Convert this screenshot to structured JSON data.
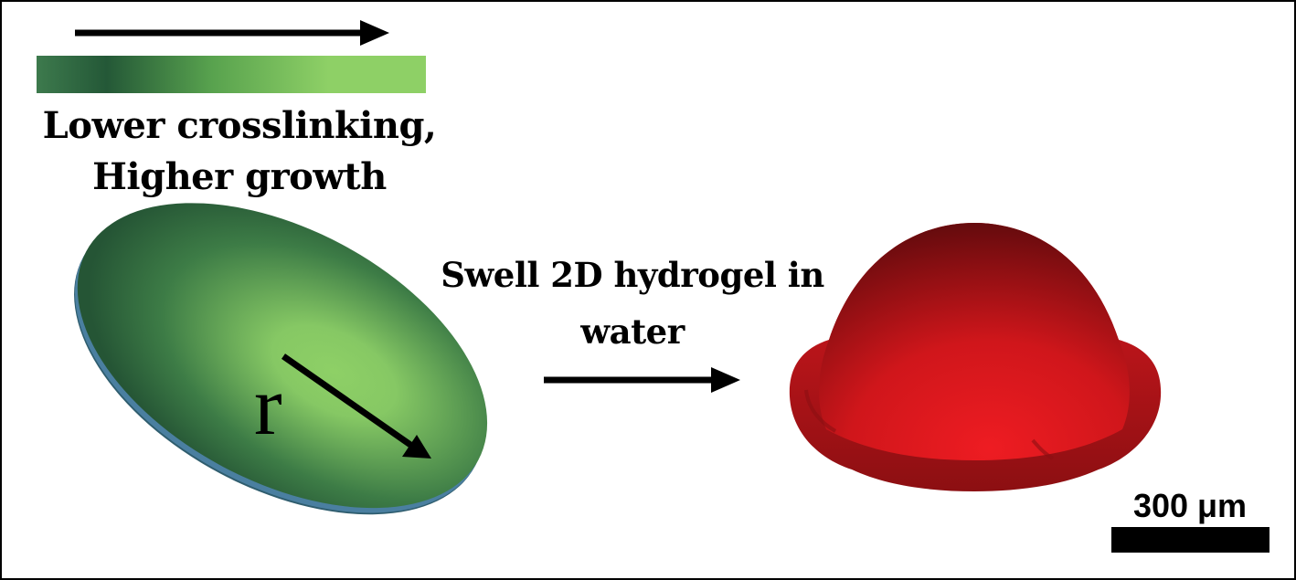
{
  "caption": {
    "line1": "Lower crosslinking,",
    "line2": "Higher growth"
  },
  "process": {
    "line1": "Swell 2D hydrogel in",
    "line2": "water"
  },
  "disk": {
    "radius_label": "r"
  },
  "scale_bar": {
    "label": "300 μm"
  },
  "colors": {
    "dark_green": "#2a5a3a",
    "light_green": "#8ed066",
    "dome_red": "#e01a1f",
    "dome_dark_red": "#6e0c0f",
    "disk_edge": "#3e6f92"
  }
}
